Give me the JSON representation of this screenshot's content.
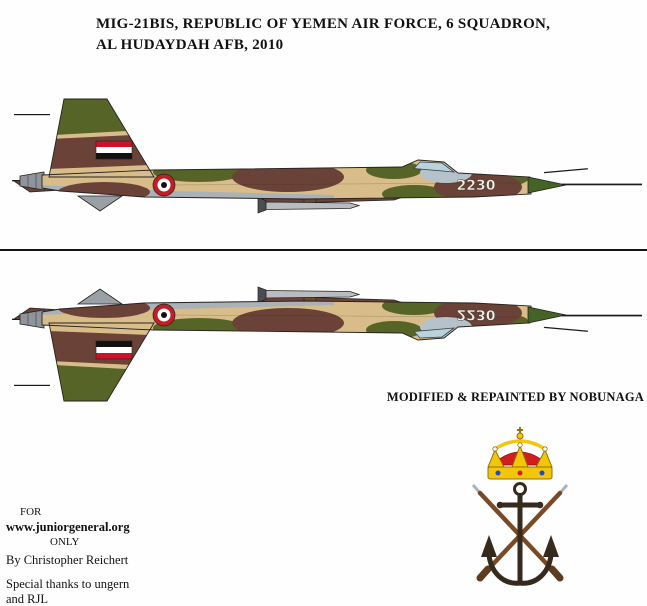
{
  "title": {
    "line1": "MIG-21BIS, REPUBLIC OF YEMEN AIR FORCE, 6 SQUADRON,",
    "line2": "AL HUDAYDAH AFB, 2010"
  },
  "aircraft": {
    "tail_number": "2230",
    "description": "MiG-21bis side profile, top facing right, bottom vertically mirrored for paper-fold miniature",
    "colors": {
      "camo_tan": "#d8bd8a",
      "camo_brown": "#6b4237",
      "camo_green": "#566428",
      "nose_cone_green": "#446325",
      "underside_gray": "#aab1b7",
      "canopy_blue": "#b8d2de",
      "roundel_red": "#c01f25",
      "flag_red": "#ce1126",
      "flag_white": "#ffffff",
      "flag_black": "#111111"
    }
  },
  "credit": "MODIFIED & REPAINTED BY NOBUNAGA",
  "emblem": {
    "name": "crown-anchor-crossed-rifles-crest",
    "colors": {
      "crown_gold": "#f3c60b",
      "crown_red": "#d11f1f",
      "anchor_dark": "#362a1c",
      "rifle_brown": "#7a4a26"
    }
  },
  "footer": {
    "for_label": "FOR",
    "site": "www.juniorgeneral.org",
    "only_label": "ONLY",
    "author": "By  Christopher Reichert",
    "thanks_line1": "Special thanks to ungern",
    "thanks_line2": "and RJL"
  }
}
